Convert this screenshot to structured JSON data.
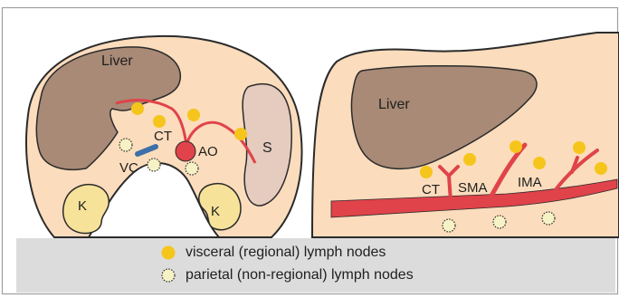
{
  "left_panel": {
    "liver_label": "Liver",
    "ct_label": "CT",
    "ao_label": "AO",
    "vc_label": "VC",
    "s_label": "S",
    "k_left_label": "K",
    "k_right_label": "K"
  },
  "right_panel": {
    "liver_label": "Liver",
    "ct_label": "CT",
    "sma_label": "SMA",
    "ima_label": "IMA"
  },
  "legend": {
    "visceral_label": "visceral (regional) lymph nodes",
    "parietal_label": "parietal (non-regional) lymph nodes"
  },
  "colors": {
    "body": "#fbdcbc",
    "liver": "#a88a76",
    "artery": "#e0434a",
    "visceral_node": "#f6c51b",
    "parietal_node": "#f7f2c6",
    "kidney": "#f7e29a",
    "spleen": "#e6cbbf",
    "vein": "#3e6fa8",
    "legend_bg": "#dcdcdc"
  }
}
